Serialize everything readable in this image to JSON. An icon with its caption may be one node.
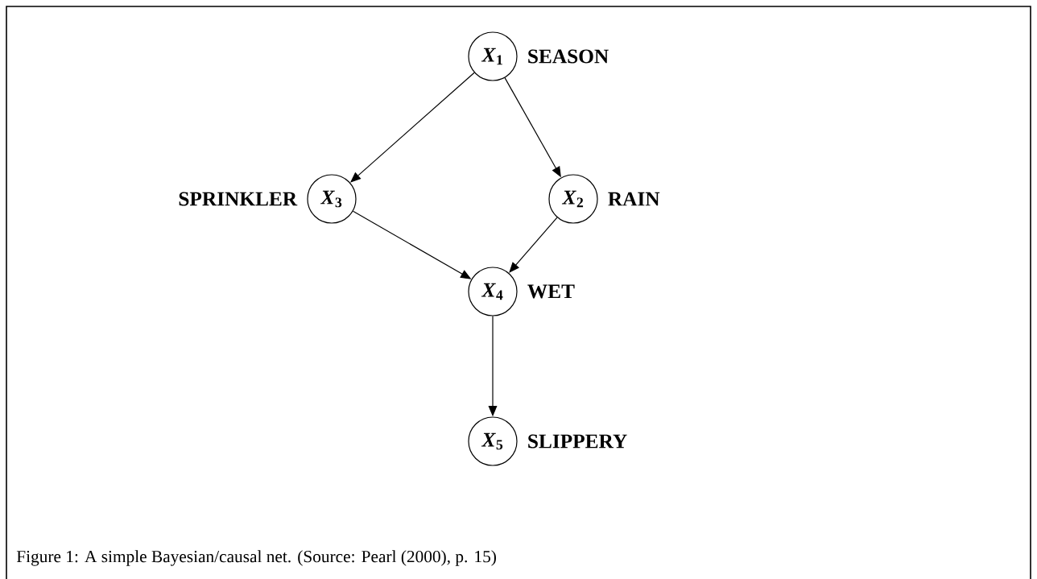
{
  "diagram": {
    "caption": "Figure 1: A simple Bayesian/causal net. (Source: Pearl (2000), p. 15)",
    "nodes": [
      {
        "text": [
          "*X*$_{1}$"
        ],
        "beside": [
          "SEASON"
        ]
      },
      {
        "text": [
          "*X*$_{3}$"
        ],
        "beside": [
          "SPRINKLER"
        ]
      },
      {
        "text": [
          "*X*$_{2}$"
        ],
        "beside": [
          "RAIN"
        ]
      },
      {
        "text": [
          "*X*$_{4}$"
        ],
        "beside": [
          "WET"
        ]
      },
      {
        "text": [
          "*X*$_{5}$"
        ],
        "beside": [
          "SLIPPERY"
        ]
      }
    ],
    "edges": [
      {
        "from": 0,
        "to": 1,
        "arrow": "to"
      },
      {
        "from": 0,
        "to": 2,
        "arrow": "to"
      },
      {
        "from": 1,
        "to": 3,
        "arrow": "to"
      },
      {
        "from": 2,
        "to": 3,
        "arrow": "to"
      },
      {
        "from": 3,
        "to": 4,
        "arrow": "to"
      }
    ]
  }
}
